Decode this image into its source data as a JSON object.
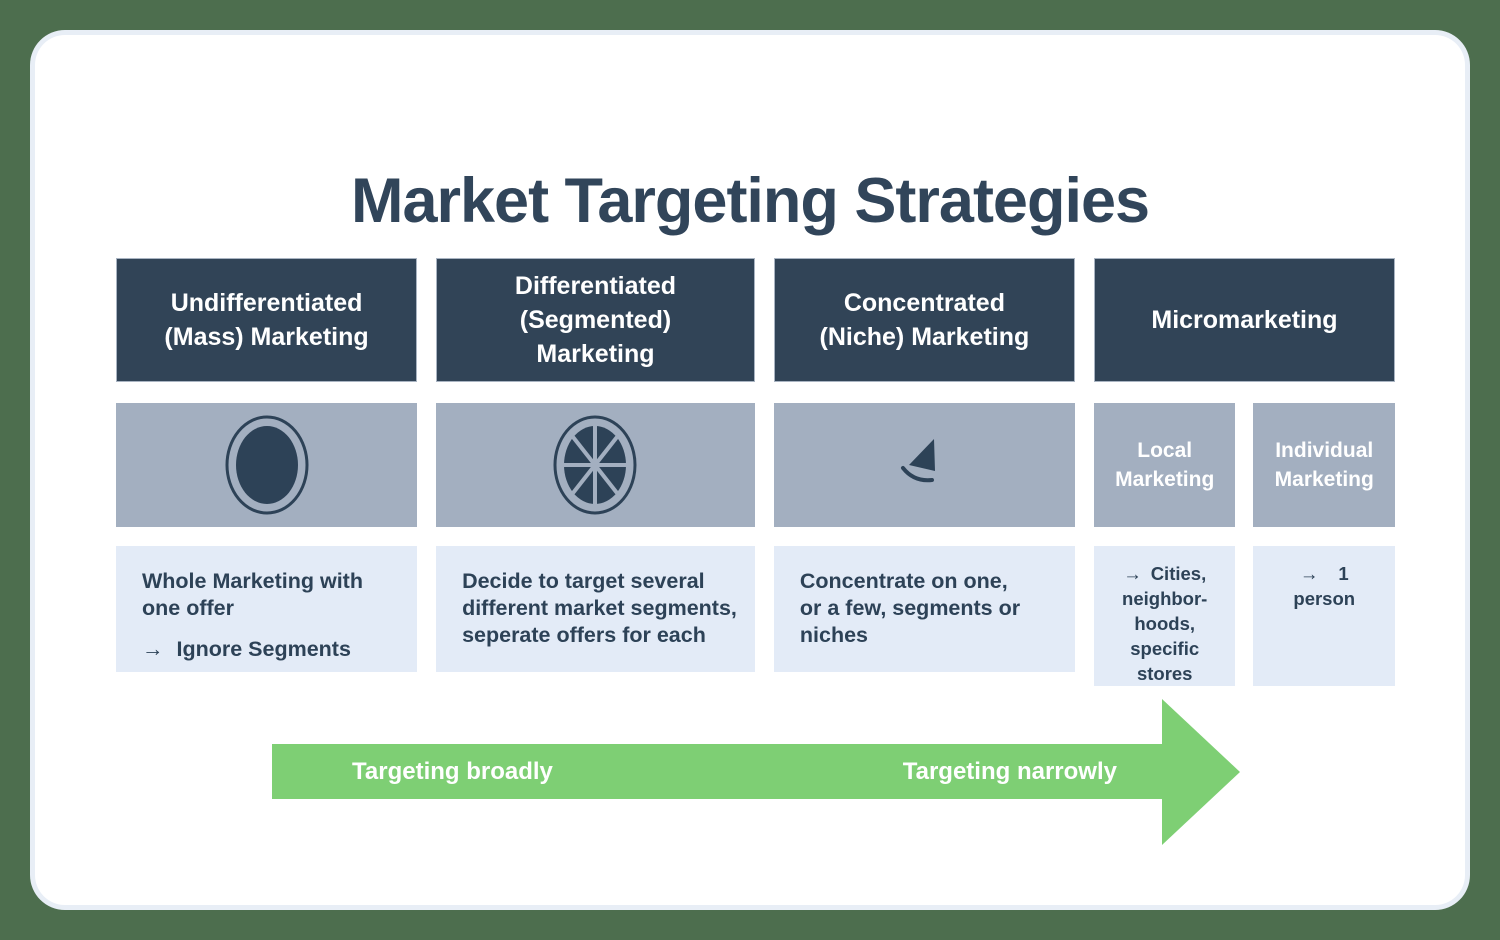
{
  "page_title": "Market Targeting Strategies",
  "columns": [
    {
      "header_lines": [
        "Undifferentiated",
        "(Mass) Marketing"
      ],
      "icon": "whole-circle-icon",
      "desc_lines": [
        "Whole Marketing with",
        "one offer"
      ],
      "note_arrow": "→",
      "note": "Ignore Segments"
    },
    {
      "header_lines": [
        "Differentiated",
        "(Segmented)",
        "Marketing"
      ],
      "icon": "segmented-circle-icon",
      "desc_lines": [
        "Decide to target several",
        "different market segments,",
        "seperate offers for each"
      ]
    },
    {
      "header_lines": [
        "Concentrated",
        "(Niche) Marketing"
      ],
      "icon": "pie-slice-icon",
      "desc_lines": [
        "Concentrate on one,",
        "or a few, segments or",
        "niches"
      ]
    },
    {
      "header_lines": [
        "Micromarketing"
      ],
      "subcolumns": [
        {
          "label_lines": [
            "Local",
            "Marketing"
          ],
          "note_arrow": "→",
          "note_lines": [
            "Cities,",
            "neighbor-",
            "hoods,",
            "specific",
            "stores"
          ]
        },
        {
          "label_lines": [
            "Individual",
            "Marketing"
          ],
          "note_arrow": "→",
          "note_lines": [
            "1",
            "person"
          ]
        }
      ]
    }
  ],
  "flow_arrow": {
    "left_label": "Targeting broadly",
    "right_label": "Targeting narrowly"
  },
  "colors": {
    "page_bg": "#4d6e4e",
    "card_bg": "#ffffff",
    "card_halo": "#e8eef6",
    "header_bg": "#314457",
    "header_text": "#ffffff",
    "icon_bg": "#a3afc0",
    "icon_fg": "#2d4257",
    "desc_bg": "#e3ebf7",
    "desc_text": "#2d4257",
    "title_text": "#31455a",
    "arrow_green": "#7ecf74",
    "arrow_text": "#ffffff"
  }
}
